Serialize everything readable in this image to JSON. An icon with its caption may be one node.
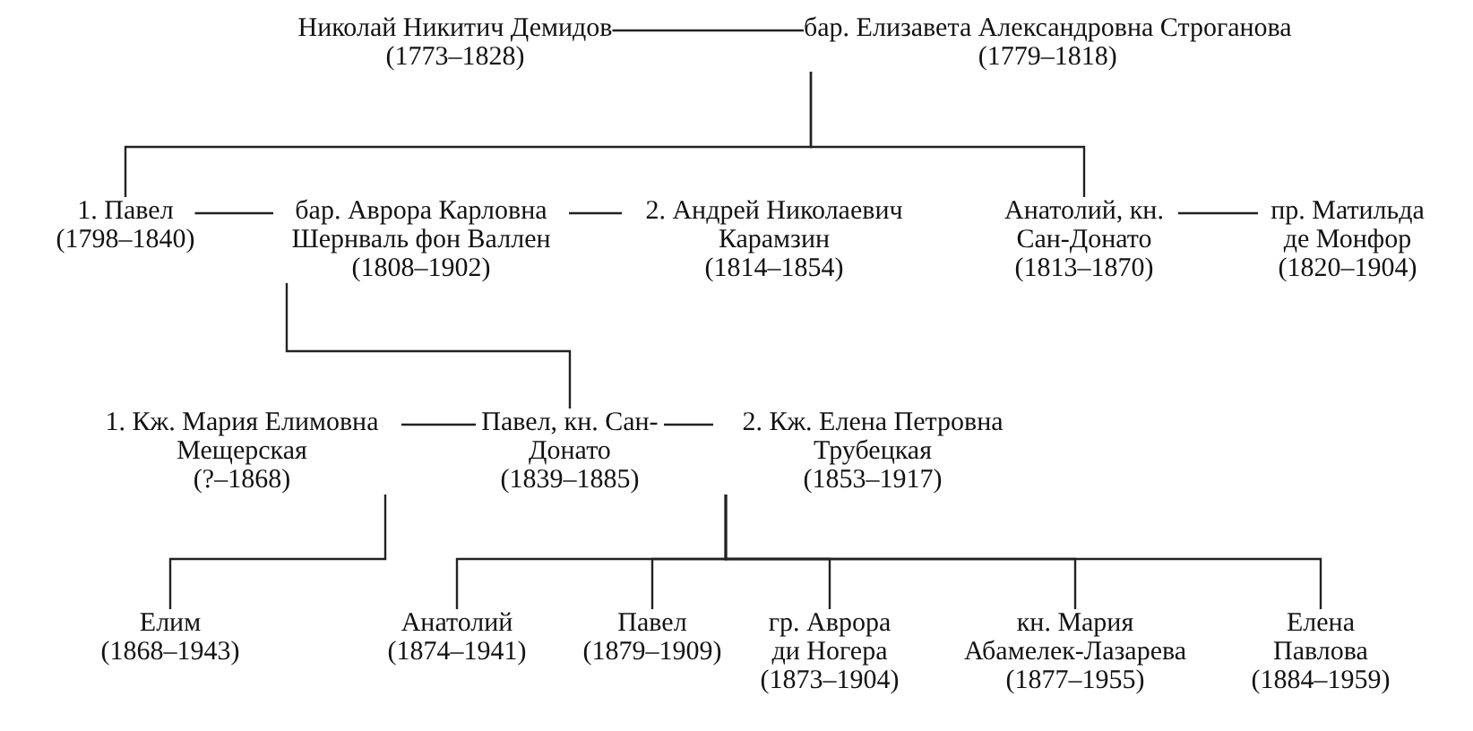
{
  "diagram": {
    "nodes": [
      {
        "text": [
          "Николай Никитич Демидов",
          "(1773–1828)"
        ]
      },
      {
        "text": [
          "бар. Елизавета Александровна Строганова",
          "(1779–1818)"
        ]
      },
      {
        "text": [
          "1. Павел",
          "(1798–1840)"
        ]
      },
      {
        "text": [
          "бар. Аврора Карловна Шернваль фон Валлен",
          "(1808–1902)"
        ]
      },
      {
        "text": [
          "2. Андрей Николаевич Карамзин",
          "(1814–1854)"
        ]
      },
      {
        "text": [
          "Анатолий, кн. Сан-Донато",
          "(1813–1870)"
        ]
      },
      {
        "text": [
          "пр. Матильда де Монфор",
          "(1820–1904)"
        ]
      },
      {
        "text": [
          "1. Кж. Мария Елимовна Мещерская",
          "(?–1868)"
        ]
      },
      {
        "text": [
          "Павел, кн. Сан-Донато",
          "(1839–1885)"
        ]
      },
      {
        "text": [
          "2. Кж. Елена Петровна Трубецкая",
          "(1853–1917)"
        ]
      },
      {
        "text": [
          "Елим",
          "(1868–1943)"
        ]
      },
      {
        "text": [
          "Анатолий",
          "(1874–1941)"
        ]
      },
      {
        "text": [
          "Павел",
          "(1879–1909)"
        ]
      },
      {
        "text": [
          "гр. Аврора ди Ногера",
          "(1873–1904)"
        ]
      },
      {
        "text": [
          "кн. Мария Абамелек-Лазарева",
          "(1877–1955)"
        ]
      },
      {
        "text": [
          "Елена Павлова",
          "(1884–1959)"
        ]
      }
    ],
    "edges": [
      {
        "from": 0,
        "to": 1,
        "arrow": "none"
      },
      {
        "from": 1,
        "to": 2,
        "arrow": "none"
      },
      {
        "from": 1,
        "to": 5,
        "arrow": "none"
      },
      {
        "from": 2,
        "to": 3,
        "arrow": "none"
      },
      {
        "from": 3,
        "to": 4,
        "arrow": "none"
      },
      {
        "from": 5,
        "to": 6,
        "arrow": "none"
      },
      {
        "from": 3,
        "to": 8,
        "arrow": "none"
      },
      {
        "from": 7,
        "to": 8,
        "arrow": "none"
      },
      {
        "from": 8,
        "to": 9,
        "arrow": "none"
      },
      {
        "from": 7,
        "to": 10,
        "arrow": "none"
      },
      {
        "from": 9,
        "to": 11,
        "arrow": "none"
      },
      {
        "from": 9,
        "to": 12,
        "arrow": "none"
      },
      {
        "from": 9,
        "to": 13,
        "arrow": "none"
      },
      {
        "from": 9,
        "to": 14,
        "arrow": "none"
      },
      {
        "from": 9,
        "to": 15,
        "arrow": "none"
      }
    ]
  }
}
